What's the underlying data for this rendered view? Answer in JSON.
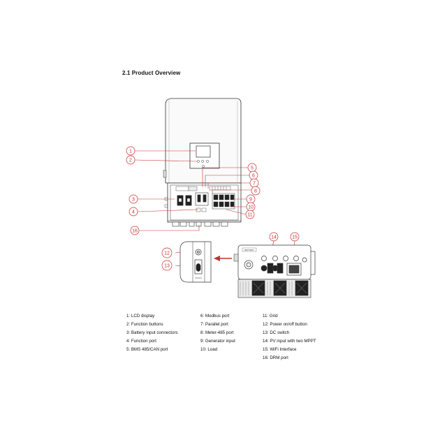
{
  "section_title": "2.1 Product Overview",
  "callout_color": "#c2312f",
  "callouts": {
    "c1": "1",
    "c2": "2",
    "c3": "3",
    "c4": "4",
    "c5": "5",
    "c6": "6",
    "c7": "7",
    "c8": "8",
    "c9": "9",
    "c10": "10",
    "c11": "11",
    "c12": "12",
    "c13": "13",
    "c14": "14",
    "c15": "15",
    "c16": "16"
  },
  "legend": {
    "col1": [
      "1: LCD display",
      "2: Function buttons",
      "3: Battery input connectors",
      "4: Function port",
      "5: BMS 485/CAN port"
    ],
    "col2": [
      "6: Modbus port",
      "7: Parallel port",
      "8: Meter-485 port",
      "9: Generator input",
      "10: Load"
    ],
    "col3": [
      "11: Grid",
      "12: Power on/off button",
      "13: DC switch",
      "14: PV input with two MPPT",
      "15: WiFi Interface",
      "16: DRM port"
    ]
  },
  "device_labels": {
    "bottom_panel_tag": "BATTERY"
  }
}
